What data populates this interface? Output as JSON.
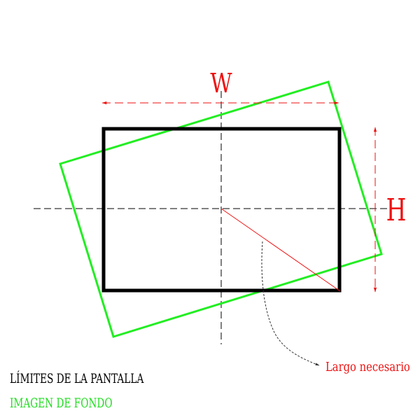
{
  "labels": {
    "width": "W",
    "height": "H",
    "length_needed": "Largo necesario",
    "legend_screen": "LÍMITES DE LA PANTALLA",
    "legend_background": "IMAGEN DE FONDO"
  },
  "colors": {
    "screen_frame": "#000000",
    "background_image": "#22ee22",
    "dimension": "#ee1111",
    "axis": "#000000",
    "legend_screen": "#000000",
    "legend_background": "#22dd22"
  }
}
